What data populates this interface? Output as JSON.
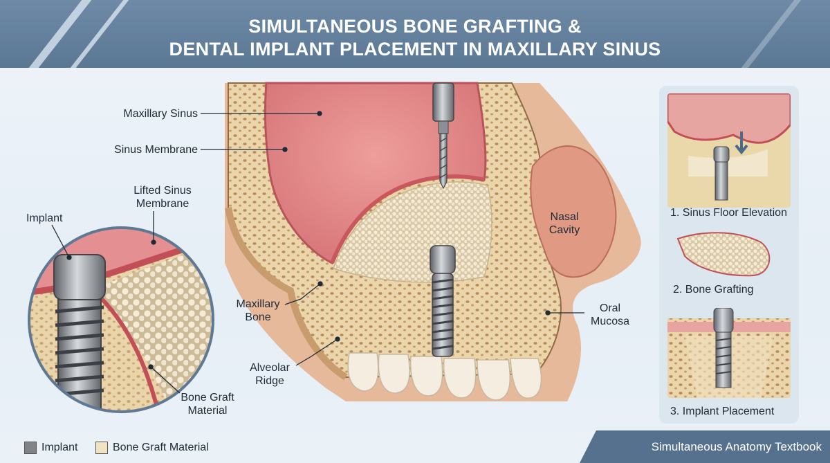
{
  "title": {
    "line1": "SIMULTANEOUS BONE GRAFTING &",
    "line2": "DENTAL IMPLANT PLACEMENT IN MAXILLARY SINUS"
  },
  "labels": {
    "maxillary_sinus": "Maxillary Sinus",
    "sinus_membrane": "Sinus Membrane",
    "lifted_membrane_1": "Lifted Sinus",
    "lifted_membrane_2": "Membrane",
    "implant": "Implant",
    "maxillary_bone_1": "Maxillary",
    "maxillary_bone_2": "Bone",
    "alveolar_ridge_1": "Alveolar",
    "alveolar_ridge_2": "Ridge",
    "bone_graft_1": "Bone Graft",
    "bone_graft_2": "Material",
    "nasal_cavity_1": "Nasal",
    "nasal_cavity_2": "Cavity",
    "oral_mucosa_1": "Oral",
    "oral_mucosa_2": "Mucosa"
  },
  "steps": [
    {
      "caption": "1. Sinus Floor Elevation"
    },
    {
      "caption": "2. Bone Grafting"
    },
    {
      "caption": "3. Implant Placement"
    }
  ],
  "legend": [
    {
      "label": "Implant",
      "color": "#808488"
    },
    {
      "label": "Bone Graft Material",
      "color": "#f2e3c4"
    }
  ],
  "footer": "Simultaneous Anatomy Textbook",
  "colors": {
    "header": "#5f7c99",
    "bone": "#e8d4a8",
    "sinus": "#e59a9a",
    "membrane": "#c9585e",
    "graft": "#f1e6cf",
    "soft_tissue": "#e0a88e"
  }
}
